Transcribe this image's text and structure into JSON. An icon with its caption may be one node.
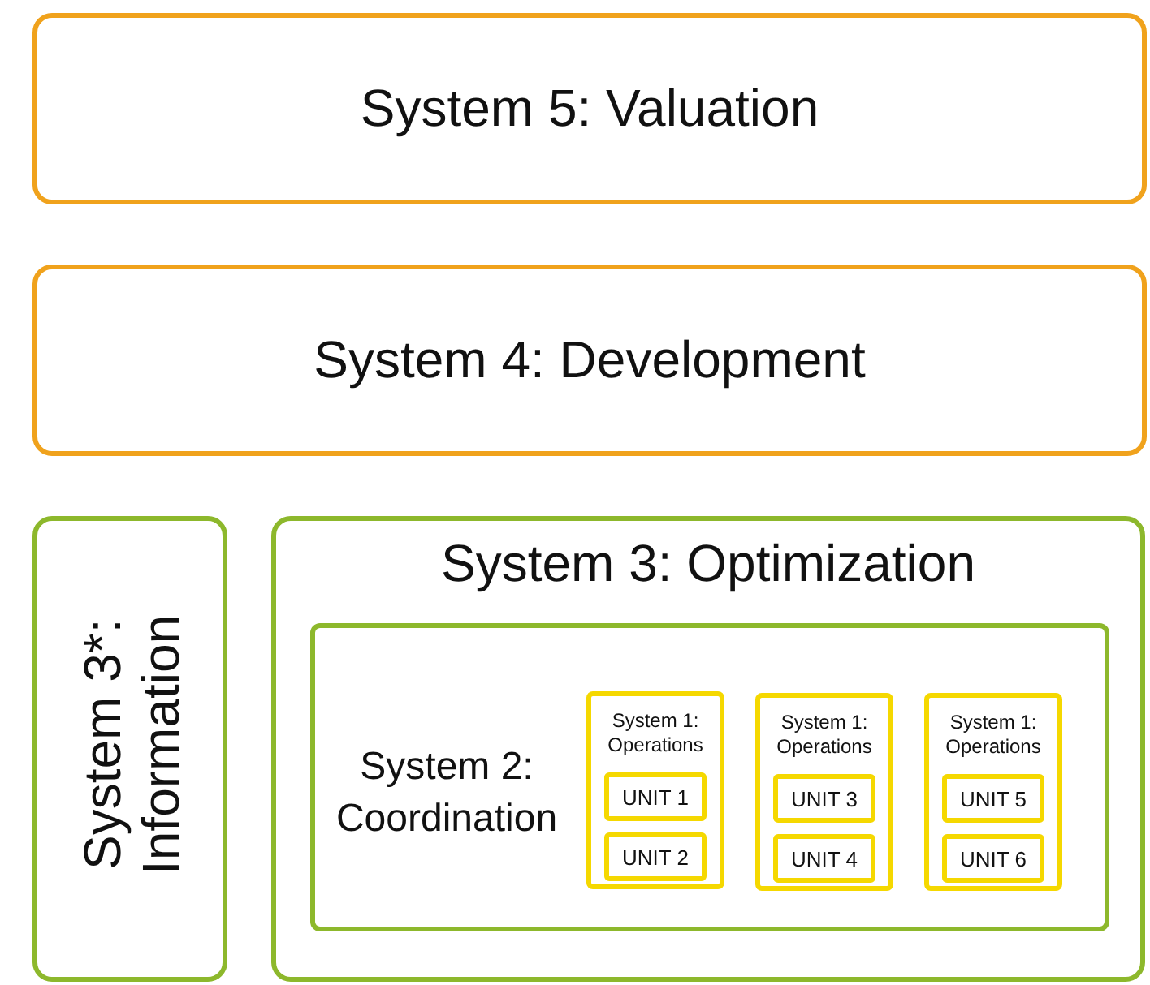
{
  "diagram": {
    "nodes": [
      {
        "text": [
          "System 5: Valuation"
        ]
      },
      {
        "text": [
          "System 4: Development"
        ]
      },
      {
        "text": [
          "System 3*: Information"
        ]
      },
      {
        "text": [
          "System 3: Optimization"
        ]
      },
      {
        "text": [
          "System 2: Coordination"
        ],
        "in": 3
      },
      {
        "text": [
          "System 1: Operations"
        ],
        "in": 4
      },
      {
        "text": [
          "UNIT 1"
        ],
        "in": 5
      },
      {
        "text": [
          "UNIT 2"
        ],
        "in": 5
      },
      {
        "text": [
          "System 1: Operations"
        ],
        "in": 4
      },
      {
        "text": [
          "UNIT 3"
        ],
        "in": 8
      },
      {
        "text": [
          "UNIT 4"
        ],
        "in": 8
      },
      {
        "text": [
          "System 1: Operations"
        ],
        "in": 4
      },
      {
        "text": [
          "UNIT 5"
        ],
        "in": 11
      },
      {
        "text": [
          "UNIT 6"
        ],
        "in": 11
      }
    ],
    "edges": []
  }
}
